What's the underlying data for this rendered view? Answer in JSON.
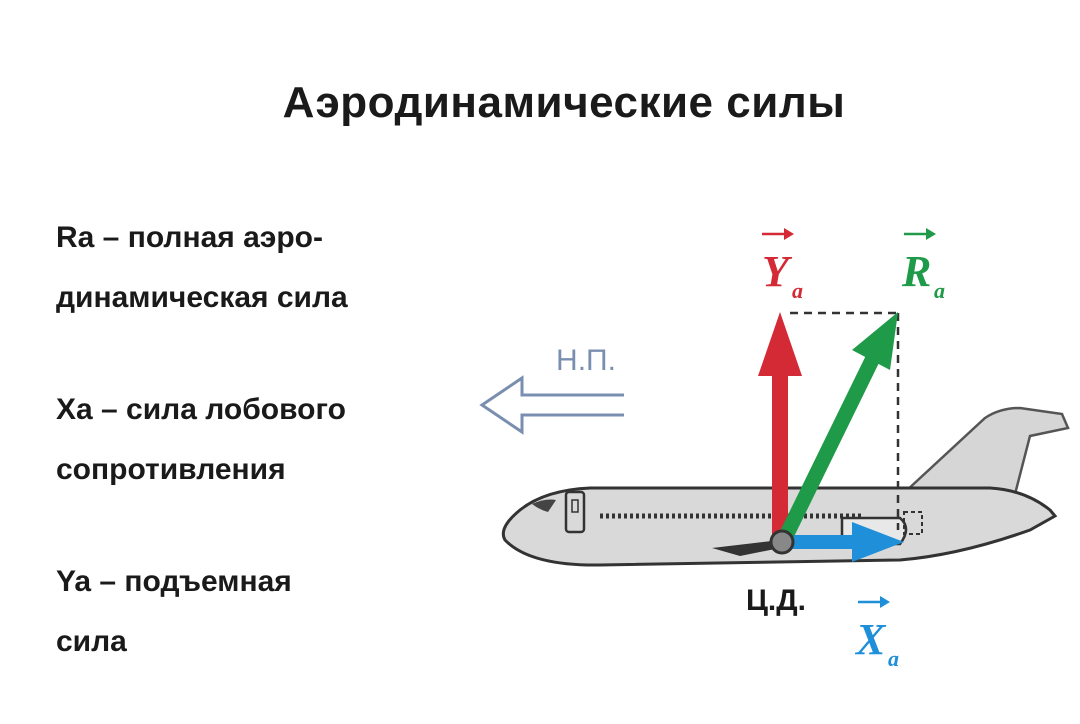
{
  "title": "Аэродинамические силы",
  "legend": [
    {
      "line1": "Ra – полная аэро-",
      "line2": "динамическая сила"
    },
    {
      "line1": "Xa – сила лобового",
      "line2": "сопротивления"
    },
    {
      "line1": "Ya – подъемная",
      "line2": "сила"
    }
  ],
  "diagram": {
    "flow_label": "Н.П.",
    "center_label": "Ц.Д.",
    "vectors": [
      {
        "letter": "Y",
        "sub": "a",
        "color": "#d42a36"
      },
      {
        "letter": "R",
        "sub": "a",
        "color": "#1f9a48"
      },
      {
        "letter": "X",
        "sub": "a",
        "color": "#1e8fd8"
      }
    ]
  }
}
